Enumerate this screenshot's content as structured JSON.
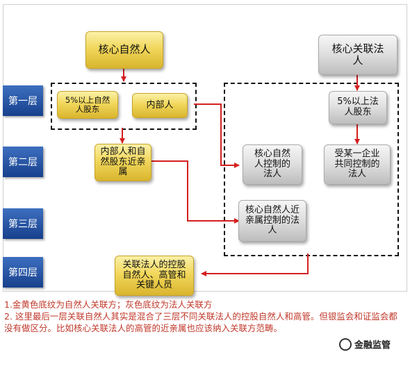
{
  "layers": [
    "第一层",
    "第二层",
    "第三层",
    "第四层"
  ],
  "boxes": {
    "core_natural_person": "核心自然人",
    "core_legal_person": "核心关联法人",
    "shareholder_5pct_natural": "5%以上自然人股东",
    "insider": "内部人",
    "shareholder_5pct_legal": "5%以上法人股东",
    "insider_relatives": "内部人和自然股东近亲属",
    "controlled_by_core_natural": "核心自然人控制的法人",
    "joint_controlled_legal": "受某一企业共同控制的法人",
    "controlled_by_core_relatives": "核心自然人近亲属控制的法人",
    "related_legal_controllers": "关联法人的控股自然人、高管和关键人员"
  },
  "notes": [
    "1.金黄色底纹为自然人关联方；灰色底纹为法人关联方",
    "2. 这里最后一层关联自然人其实是混合了三层不同关联法人的控股自然人和高管。但银监会和证监会都没有做区分。比如核心关联法人的高管的近亲属也应该纳入关联方范畴。"
  ],
  "watermark": "金融监管",
  "colors": {
    "natural_person_fill": "#f1d75c",
    "legal_person_fill": "#dedede",
    "layer_fill": "#1f4c9c",
    "arrow": "#d42020",
    "notes_text": "#c0392b"
  }
}
